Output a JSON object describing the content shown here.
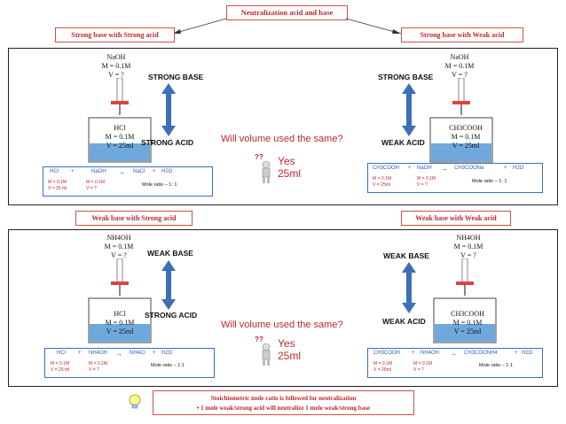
{
  "title": "Neutralization acid and base",
  "categories": {
    "top_left": "Strong base with Strong acid",
    "top_right": "Strong base with Weak acid",
    "bottom_left": "Weak base with Strong acid",
    "bottom_right": "Weak base with Weak acid"
  },
  "question": "Will volume used the same?",
  "answer": {
    "yes": "Yes",
    "volume": "25ml"
  },
  "panel1": {
    "left": {
      "burette": {
        "name": "NaOH",
        "conc": "M = 0.1M",
        "vol": "V  = ?"
      },
      "beaker": {
        "name": "HCl",
        "conc": "M = 0.1M",
        "vol": "V  = 25ml"
      },
      "base_label": "STRONG BASE",
      "acid_label": "STRONG ACID",
      "equation": {
        "reactant1": "HCl",
        "plus1": "+",
        "reactant2": "NaOH",
        "arrow": "→",
        "product1": "NaCl",
        "plus2": "+",
        "product2": "H2O",
        "r1_conc": "M = 0.1M",
        "r1_vol": "V = 25 ml",
        "r2_conc": "M = 0.1M",
        "r2_vol": "V = ?",
        "ratio": "Mole ratio – 1: 1"
      }
    },
    "right": {
      "burette": {
        "name": "NaOH",
        "conc": "M = 0.1M",
        "vol": "V  = ?"
      },
      "beaker": {
        "name": "CH3COOH",
        "conc": "M = 0.1M",
        "vol": "V  = 25ml"
      },
      "base_label": "STRONG BASE",
      "acid_label": "WEAK ACID",
      "equation": {
        "reactant1": "CH3COOH",
        "plus1": "+",
        "reactant2": "NaOH",
        "arrow": "→",
        "product1": "CH3COONa",
        "plus2": "+",
        "product2": "H2O",
        "r1_conc": "M = 0.1M",
        "r1_vol": "V = 25ml",
        "r2_conc": "M = 0.1M",
        "r2_vol": "V = ?",
        "ratio": "Mole ratio – 1: 1"
      }
    }
  },
  "panel2": {
    "left": {
      "burette": {
        "name": "NH4OH",
        "conc": "M = 0.1M",
        "vol": "V  = ?"
      },
      "beaker": {
        "name": "HCl",
        "conc": "M = 0.1M",
        "vol": "V  = 25ml"
      },
      "base_label": "WEAK BASE",
      "acid_label": "STRONG ACID",
      "equation": {
        "reactant1": "HCl",
        "plus1": "+",
        "reactant2": "NH4OH",
        "arrow": "→",
        "product1": "NH4Cl",
        "plus2": "+",
        "product2": "H2O",
        "r1_conc": "M = 0.1M",
        "r1_vol": "V = 25 ml",
        "r2_conc": "M = 0.1M",
        "r2_vol": "V = ?",
        "ratio": "Mole ratio – 1:1"
      }
    },
    "right": {
      "burette": {
        "name": "NH4OH",
        "conc": "M = 0.1M",
        "vol": "V  = ?"
      },
      "beaker": {
        "name": "CH3COOH",
        "conc": "M = 0.1M",
        "vol": "V  = 25ml"
      },
      "base_label": "WEAK BASE",
      "acid_label": "WEAK ACID",
      "equation": {
        "reactant1": "CH3COOH",
        "plus1": "+",
        "reactant2": "NH4OH",
        "arrow": "→",
        "product1": "CH3COONH4",
        "plus2": "+",
        "product2": "H2O",
        "r1_conc": "M = 0.1M",
        "r1_vol": "V = 25ml",
        "r2_conc": "M = 0.1M",
        "r2_vol": "V = ?",
        "ratio": "Mole ratio – 1:1"
      }
    }
  },
  "footer": {
    "line1": "Stoichiometric mole ratio is followed for neutralization",
    "line2": "• 1 mole weak/strong acid will neutralize 1 mole weak/strong base"
  },
  "colors": {
    "accent_red": "#c0262d",
    "liquid_blue": "#6fa8dc",
    "arrow_blue": "#3d6fb6"
  },
  "icons": [
    "thinking-person-icon",
    "lightbulb-icon",
    "burette-icon",
    "beaker-icon",
    "double-arrow-icon"
  ]
}
